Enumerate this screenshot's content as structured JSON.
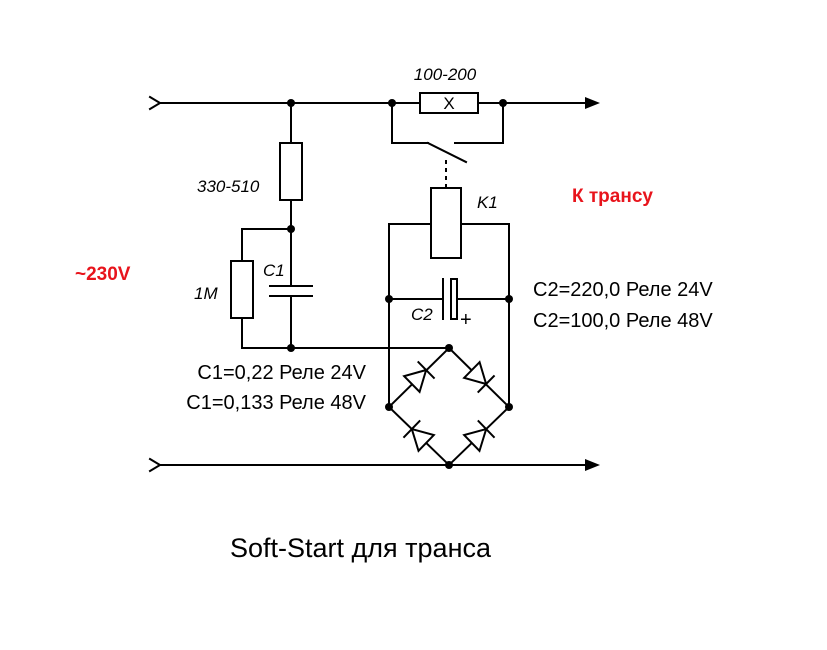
{
  "labels": {
    "input_voltage": "~230V",
    "output_label": "К трансу",
    "r_series_value": "100-200",
    "r_series_mark": "X",
    "r1_value": "330-510",
    "r2_value": "1M",
    "c1_name": "C1",
    "c2_name": "C2",
    "c2_plus": "+",
    "relay_name": "K1"
  },
  "notes": {
    "c1_24v": "C1=0,22  Реле 24V",
    "c1_48v": "C1=0,133  Реле 48V",
    "c2_24v": "C2=220,0  Реле 24V",
    "c2_48v": "C2=100,0  Реле 48V"
  },
  "caption": "Soft-Start для транса",
  "colors": {
    "accent_red": "#e8141c",
    "wire": "#000000"
  }
}
